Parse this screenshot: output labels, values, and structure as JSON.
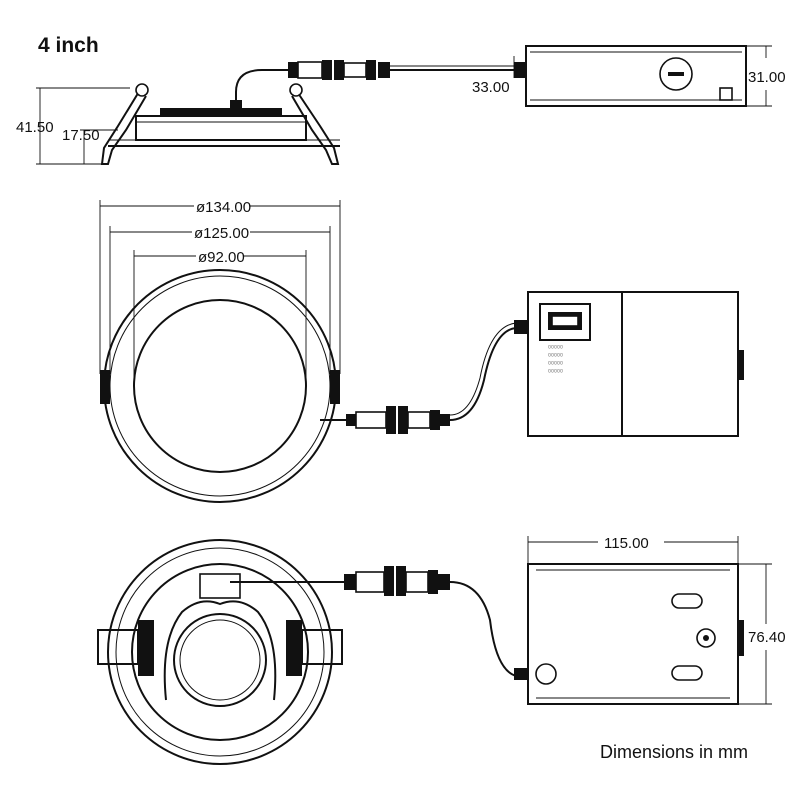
{
  "title": "4 inch",
  "dimensions": {
    "side_total_height": "41.50",
    "side_trim_height": "17.50",
    "box_side_length": "33.00",
    "box_side_height": "31.00",
    "outer_diameter": "ø134.00",
    "trim_diameter": "ø125.00",
    "lens_diameter": "ø92.00",
    "box_length": "115.00",
    "box_width": "76.40"
  },
  "footnote": "Dimensions in mm"
}
